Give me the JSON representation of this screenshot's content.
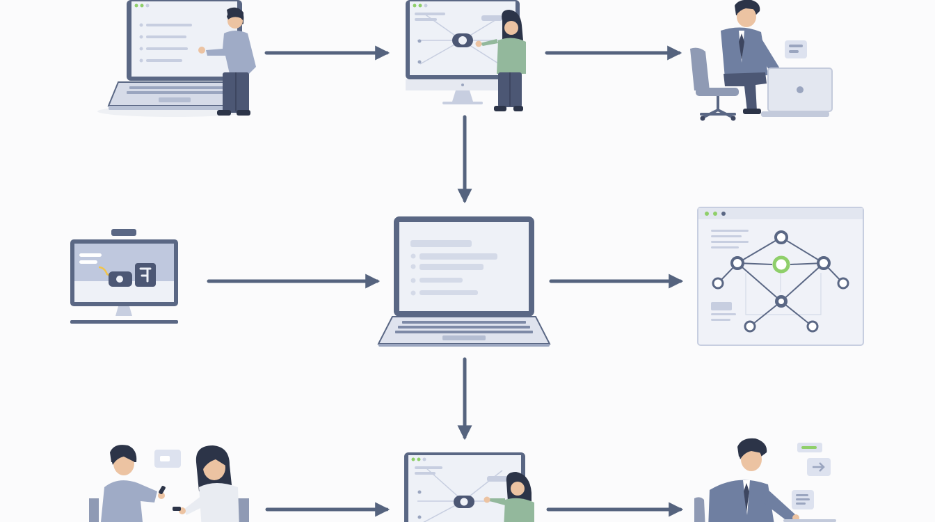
{
  "colors": {
    "background": "#fbfbfc",
    "arrow": "#55637e",
    "device_frame": "#5a6784",
    "screen": "#eef1f7",
    "screen_line": "#c7cee0",
    "window_bar": "#dfe4f0",
    "green_dot": "#8fcf6a",
    "node_fill": "#ffffff",
    "node_stroke": "#5a6784",
    "node_green": "#8fcf6a",
    "skin": "#ecc3a2",
    "hair": "#2c3448",
    "shirt_blue": "#9fabc6",
    "shirt_green": "#93b89c",
    "suit": "#6f7fa1",
    "pants": "#4c5774"
  },
  "diagram": {
    "nodes": [
      {
        "id": "n1",
        "name": "person-at-laptop",
        "icon": "person-laptop-icon"
      },
      {
        "id": "n2",
        "name": "person-presenting-network-monitor",
        "icon": "monitor-network-icon"
      },
      {
        "id": "n3",
        "name": "businessman-at-laptop",
        "icon": "office-worker-icon"
      },
      {
        "id": "n4",
        "name": "workflow-monitor",
        "icon": "monitor-workflow-icon"
      },
      {
        "id": "n5",
        "name": "central-laptop",
        "icon": "laptop-icon"
      },
      {
        "id": "n6",
        "name": "network-graph-window",
        "icon": "network-graph-icon"
      },
      {
        "id": "n7",
        "name": "two-people-chatting",
        "icon": "conversation-icon"
      },
      {
        "id": "n8",
        "name": "person-presenting-network-monitor-bottom",
        "icon": "monitor-network-icon"
      },
      {
        "id": "n9",
        "name": "businessman-bottom",
        "icon": "office-worker-icon"
      }
    ],
    "edges": [
      {
        "from": "n1",
        "to": "n2",
        "direction": "right"
      },
      {
        "from": "n2",
        "to": "n3",
        "direction": "right"
      },
      {
        "from": "n2",
        "to": "n5",
        "direction": "down"
      },
      {
        "from": "n4",
        "to": "n5",
        "direction": "right"
      },
      {
        "from": "n5",
        "to": "n6",
        "direction": "right"
      },
      {
        "from": "n5",
        "to": "n8",
        "direction": "down"
      },
      {
        "from": "n7",
        "to": "n8",
        "direction": "right"
      },
      {
        "from": "n8",
        "to": "n9",
        "direction": "right"
      }
    ]
  }
}
